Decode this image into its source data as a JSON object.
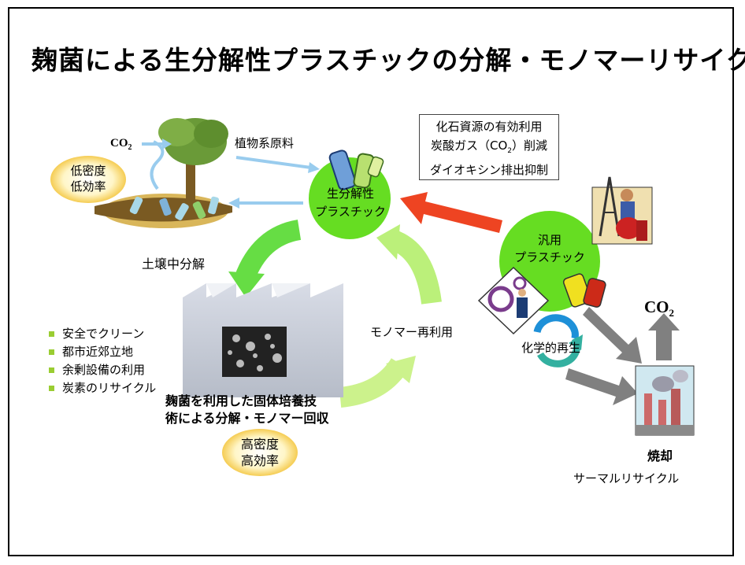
{
  "title": "麹菌による生分解性プラスチックの分解・モノマーリサイクル",
  "soil": {
    "co2": "CO",
    "co2_sub": "2",
    "plant_material": "植物系原料",
    "low_badge": [
      "低密度",
      "低効率"
    ],
    "label": "土壌中分解"
  },
  "bio_plastic": [
    "生分解性",
    "プラスチック"
  ],
  "info_box": {
    "lines": [
      "化石資源の有効利用",
      "炭酸ガス（CO",
      "2",
      "）削減",
      "ダイオキシン排出抑制"
    ]
  },
  "general_plastic": [
    "汎用",
    "プラスチック"
  ],
  "co2_emission": {
    "text": "CO",
    "sub": "2"
  },
  "chemical": "化学的再生",
  "monomer_reuse": "モノマー再利用",
  "bullets": [
    "安全でクリーン",
    "都市近郊立地",
    "余剰設備の利用",
    "炭素のリサイクル"
  ],
  "factory_caption": [
    "麹菌を利用した固体培養技",
    "術による分解・モノマー回収"
  ],
  "high_badge": [
    "高密度",
    "高効率"
  ],
  "incineration": "焼却",
  "thermal": "サーマルリサイクル",
  "colors": {
    "green": "#66dd22",
    "light_green": "#bbf07a",
    "red_arrow": "#ee4422",
    "blue_arrow": "#99ccee",
    "grey_arrow": "#808080"
  }
}
